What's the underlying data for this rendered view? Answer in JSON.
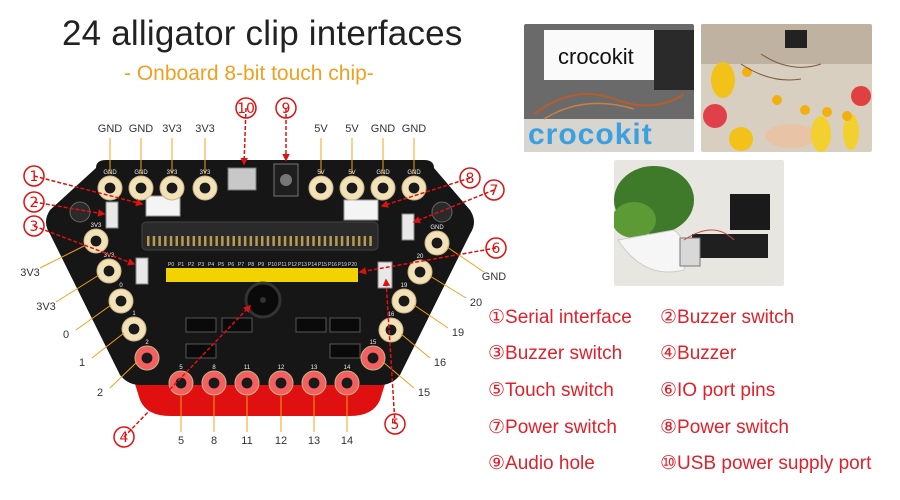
{
  "header": {
    "title": "24 alligator clip interfaces",
    "subtitle": "- Onboard 8-bit touch chip-"
  },
  "board": {
    "top_labels": [
      "GND",
      "GND",
      "3V3",
      "3V3",
      "5V",
      "5V",
      "GND",
      "GND"
    ],
    "left_labels": [
      "3V3",
      "3V3",
      "0",
      "1",
      "2"
    ],
    "right_labels": [
      "GND",
      "20",
      "19",
      "16",
      "15"
    ],
    "bottom_labels": [
      "5",
      "8",
      "11",
      "12",
      "13",
      "14"
    ],
    "callouts": [
      "①",
      "②",
      "③",
      "④",
      "⑤",
      "⑥",
      "⑦",
      "⑧",
      "⑨",
      "⑩"
    ],
    "pad_labels_top": [
      "GND",
      "GND",
      "3V3",
      "3V3",
      "5V",
      "5V",
      "GND",
      "GND"
    ],
    "pad_labels_left": [
      "3V3",
      "3V3",
      "0",
      "1",
      "2"
    ],
    "pad_labels_right": [
      "GND",
      "20",
      "19",
      "16",
      "15"
    ],
    "pad_labels_bottom": [
      "5",
      "8",
      "11",
      "12",
      "13",
      "14"
    ],
    "header_pins": [
      "P0",
      "P1",
      "P2",
      "P3",
      "P4",
      "P5",
      "P6",
      "P7",
      "P8",
      "P9",
      "P10",
      "P11",
      "P12",
      "P13",
      "P14",
      "P15",
      "P16",
      "P19",
      "P20"
    ],
    "colors": {
      "board": "#161616",
      "pad": "#f3e2b8",
      "pad_red": "#f26060",
      "red_base": "#e01010",
      "callout": "#e01010"
    }
  },
  "photos": {
    "photo1_caption": "crocokit",
    "photo1_word": "crocokit"
  },
  "legend": {
    "items": [
      "①Serial interface",
      "②Buzzer switch",
      "③Buzzer switch",
      "④Buzzer",
      "⑤Touch switch",
      "⑥IO port pins",
      "⑦Power switch",
      "⑧Power switch",
      "⑨Audio hole",
      "⑩USB power supply port"
    ]
  }
}
